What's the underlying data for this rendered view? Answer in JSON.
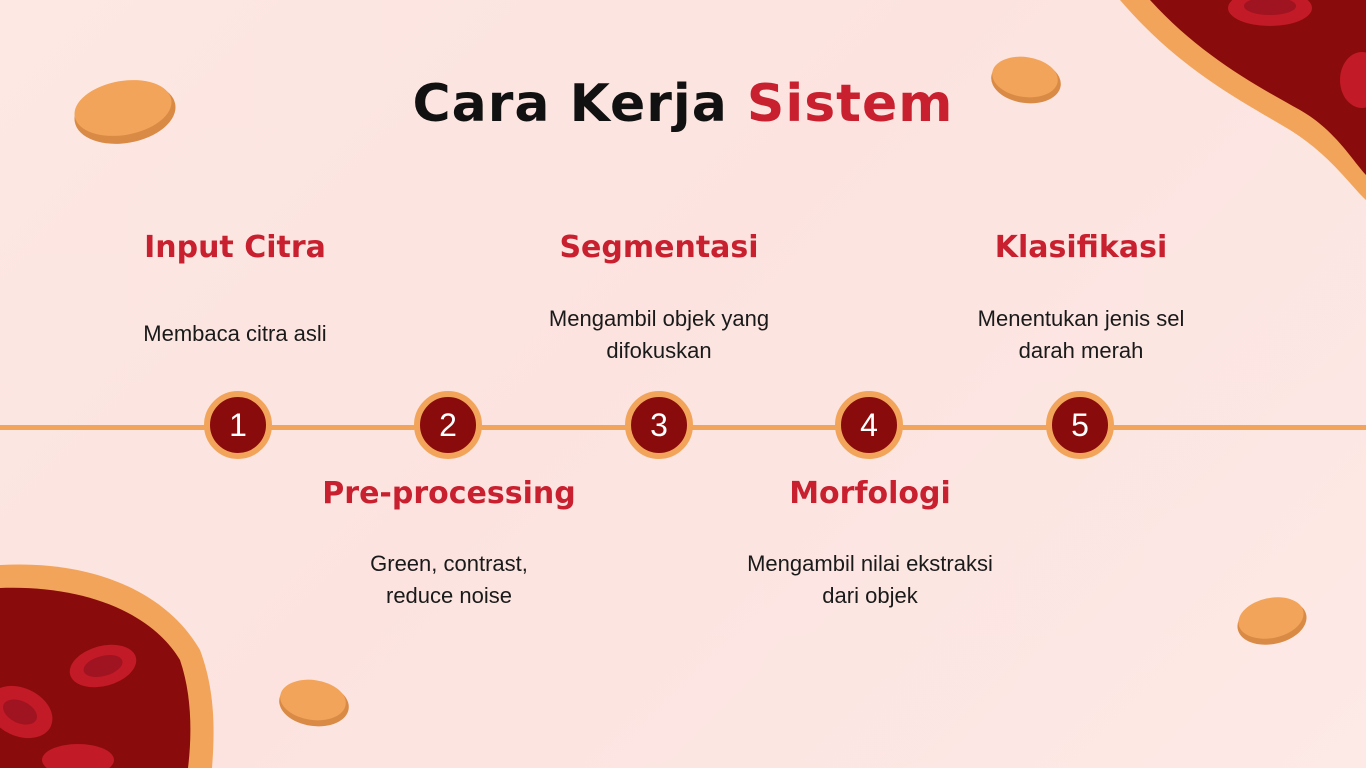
{
  "slide": {
    "title_main": "Cara Kerja ",
    "title_accent": "Sistem",
    "colors": {
      "accent_red": "#c8202e",
      "circle_fill": "#8a0b0b",
      "timeline_orange": "#f2a45a",
      "background": "#fde8e4"
    },
    "steps": [
      {
        "number": "1",
        "title": "Input Citra",
        "description": "Membaca citra asli"
      },
      {
        "number": "2",
        "title": "Pre-processing",
        "description": "Green, contrast, reduce noise"
      },
      {
        "number": "3",
        "title": "Segmentasi",
        "description": "Mengambil objek yang difokuskan"
      },
      {
        "number": "4",
        "title": "Morfologi",
        "description": "Mengambil nilai ekstraksi dari objek"
      },
      {
        "number": "5",
        "title": "Klasifikasi",
        "description": "Menentukan jenis sel darah merah"
      }
    ]
  }
}
